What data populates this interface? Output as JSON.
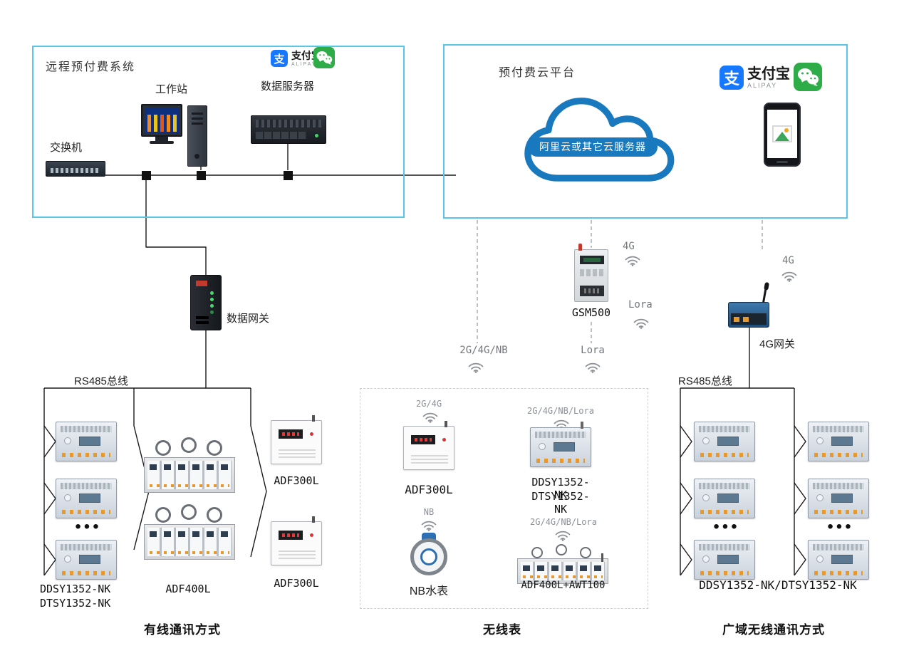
{
  "local_system": {
    "title": "远程预付费系统",
    "switch_label": "交换机",
    "workstation_label": "工作站",
    "server_label": "数据服务器"
  },
  "cloud_platform": {
    "title": "预付费云平台",
    "cloud_text": "阿里云或其它云服务器"
  },
  "brands": {
    "alipay_glyph": "支",
    "alipay_name": "支付宝",
    "alipay_sub": "ALIPAY"
  },
  "gateways": {
    "data_gateway_label": "数据网关",
    "gsm_label": "GSM500",
    "gsm_4g": "4G",
    "gsm_lora": "Lora",
    "wan_4g": "4G",
    "wan_gateway_label": "4G网关"
  },
  "uplinks": {
    "left_signal": "2G/4G/NB",
    "mid_signal": "Lora"
  },
  "wired_section": {
    "bus_label": "RS485总线",
    "meter_line1": "DDSY1352-NK",
    "meter_line2": "DTSY1352-NK",
    "adf400l_label": "ADF400L",
    "adf300l_top_label": "ADF300L",
    "adf300l_bottom_label": "ADF300L",
    "more": "•••",
    "title": "有线通讯方式"
  },
  "wireless_section": {
    "adf300l_signal": "2G/4G",
    "adf300l_label": "ADF300L",
    "ddsy_signal": "2G/4G/NB/Lora",
    "ddsy_line1": "DDSY1352-NK",
    "ddsy_line2": "DTSY1352-NK",
    "water_signal": "NB",
    "water_label": "NB水表",
    "adf400l_signal": "2G/4G/NB/Lora",
    "adf400l_label": "ADF400L+AWT100",
    "title": "无线表"
  },
  "wan_section": {
    "bus_label": "RS485总线",
    "meters_label": "DDSY1352-NK/DTSY1352-NK",
    "more": "•••",
    "title": "广域无线通讯方式"
  }
}
